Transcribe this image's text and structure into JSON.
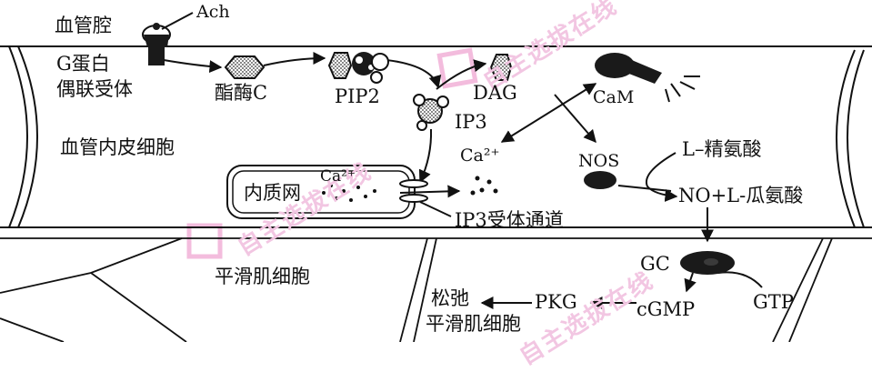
{
  "labels": {
    "vessel_lumen": "血管腔",
    "ach": "Ach",
    "receptor_line1": "G蛋白",
    "receptor_line2": "偶联受体",
    "plc": "酯酶C",
    "pip2": "PIP2",
    "dag": "DAG",
    "ip3": "IP3",
    "cam": "CaM",
    "ca_cytosol": "Ca²⁺",
    "ca_er": "Ca²⁺",
    "nos": "NOS",
    "l_arginine": "L–精氨酸",
    "no_citrulline": "NO+L-瓜氨酸",
    "endothelial_cell": "血管内皮细胞",
    "er": "内质网",
    "ip3_receptor_channel": "IP3受体通道",
    "gc": "GC",
    "smooth_muscle_cell": "平滑肌细胞",
    "pkg": "PKG",
    "cgmp": "cGMP",
    "gtp": "GTP",
    "relax_line1": "松弛",
    "relax_line2": "平滑肌细胞"
  },
  "watermark": {
    "text": "自主选拔在线",
    "color": "#f2c6e2"
  },
  "colors": {
    "ink": "#111111",
    "fill_dark": "#1a1a1a",
    "fill_light": "#bdbdbd"
  }
}
